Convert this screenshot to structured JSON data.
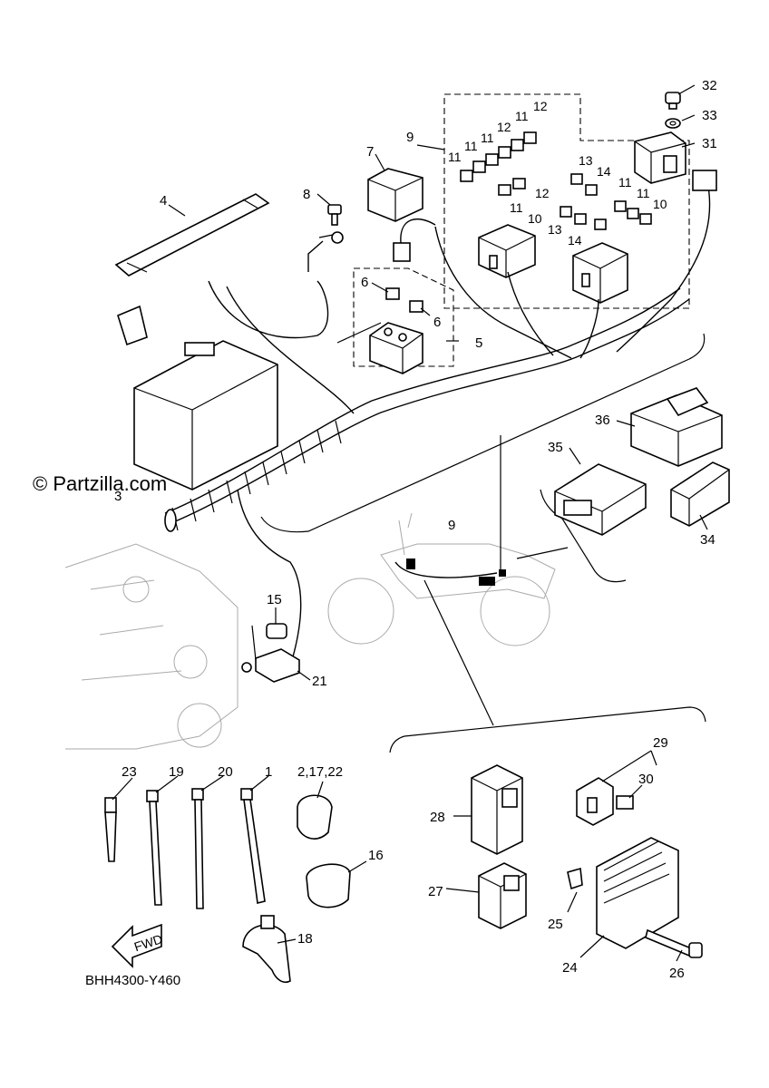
{
  "watermark": "© Partzilla.com",
  "drawing_code": "BHH4300-Y460",
  "fwd_label": "FWD",
  "callouts": {
    "c1": "1",
    "c2_17_22": "2,17,22",
    "c3": "3",
    "c4": "4",
    "c5": "5",
    "c6a": "6",
    "c6b": "6",
    "c7": "7",
    "c8": "8",
    "c9a": "9",
    "c9b": "9",
    "c10a": "10",
    "c10b": "10",
    "c11a": "11",
    "c11b": "11",
    "c11c": "11",
    "c11d": "11",
    "c11e": "11",
    "c11f": "11",
    "c11g": "11",
    "c12a": "12",
    "c12b": "12",
    "c12c": "12",
    "c13a": "13",
    "c13b": "13",
    "c14a": "14",
    "c14b": "14",
    "c15": "15",
    "c16": "16",
    "c18": "18",
    "c19": "19",
    "c20": "20",
    "c21": "21",
    "c23": "23",
    "c24": "24",
    "c25": "25",
    "c26": "26",
    "c27": "27",
    "c28": "28",
    "c29": "29",
    "c30": "30",
    "c31": "31",
    "c32": "32",
    "c33": "33",
    "c34": "34",
    "c35": "35",
    "c36": "36"
  }
}
